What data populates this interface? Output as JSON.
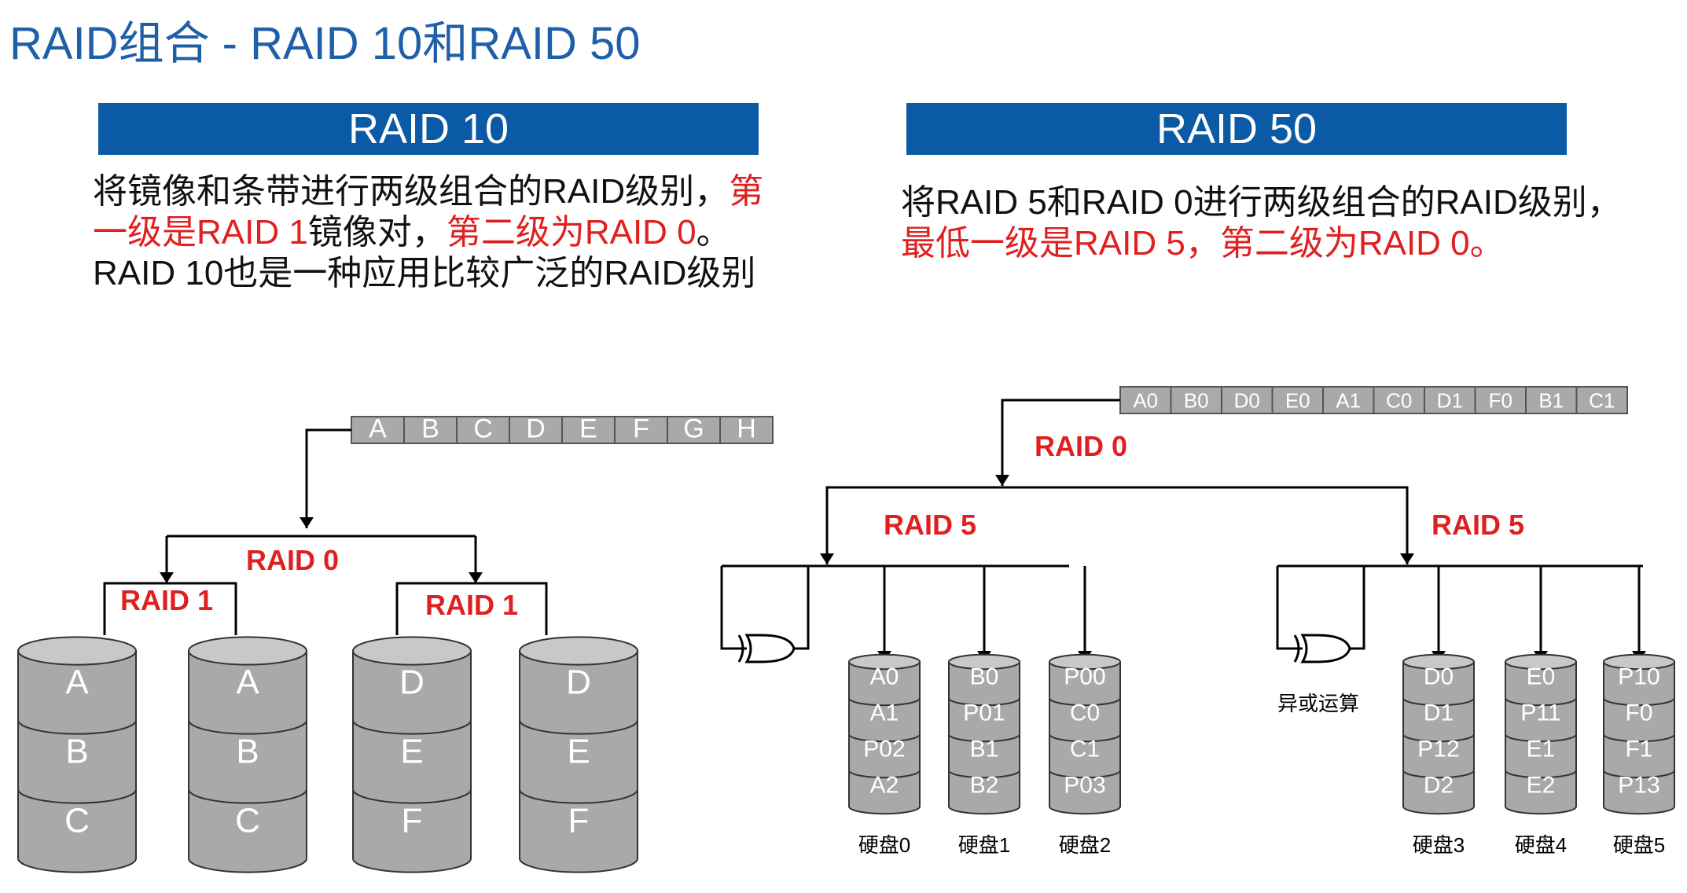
{
  "title": "RAID组合 - RAID 10和RAID 50",
  "raid10": {
    "heading": "RAID 10",
    "desc_part1": "将镜像和条带进行两级组合的RAID级别，",
    "desc_red1": "第一级是RAID 1",
    "desc_part2": "镜像对，",
    "desc_red2": "第二级为RAID 0",
    "desc_part3": "。RAID 10也是一种应用比较广泛的RAID级别",
    "stripe": [
      "A",
      "B",
      "C",
      "D",
      "E",
      "F",
      "G",
      "H"
    ],
    "raid0_label": "RAID 0",
    "raid1_label": "RAID 1",
    "disks": [
      {
        "blocks": [
          "A",
          "B",
          "C"
        ]
      },
      {
        "blocks": [
          "A",
          "B",
          "C"
        ]
      },
      {
        "blocks": [
          "D",
          "E",
          "F"
        ]
      },
      {
        "blocks": [
          "D",
          "E",
          "F"
        ]
      }
    ]
  },
  "raid50": {
    "heading": "RAID 50",
    "desc_part1": "将RAID 5和RAID 0进行两级组合的RAID级别，",
    "desc_red": "最低一级是RAID 5，第二级为RAID 0。",
    "stripe": [
      "A0",
      "B0",
      "D0",
      "E0",
      "A1",
      "C0",
      "D1",
      "F0",
      "B1",
      "C1"
    ],
    "raid0_label": "RAID 0",
    "raid5_label": "RAID 5",
    "xor_label": "异或运算",
    "disks": [
      {
        "name": "硬盘0",
        "blocks": [
          "A0",
          "A1",
          "P02",
          "A2"
        ]
      },
      {
        "name": "硬盘1",
        "blocks": [
          "B0",
          "P01",
          "B1",
          "B2"
        ]
      },
      {
        "name": "硬盘2",
        "blocks": [
          "P00",
          "C0",
          "C1",
          "P03"
        ]
      },
      {
        "name": "硬盘3",
        "blocks": [
          "D0",
          "D1",
          "P12",
          "D2"
        ]
      },
      {
        "name": "硬盘4",
        "blocks": [
          "E0",
          "P11",
          "E1",
          "E2"
        ]
      },
      {
        "name": "硬盘5",
        "blocks": [
          "P10",
          "F0",
          "F1",
          "P13"
        ]
      }
    ]
  },
  "colors": {
    "accent": "#0b5aa6",
    "title": "#1f5fa8",
    "red": "#e02020",
    "disk_fill": "#a9a9a9",
    "disk_top": "#c8c8c8"
  }
}
